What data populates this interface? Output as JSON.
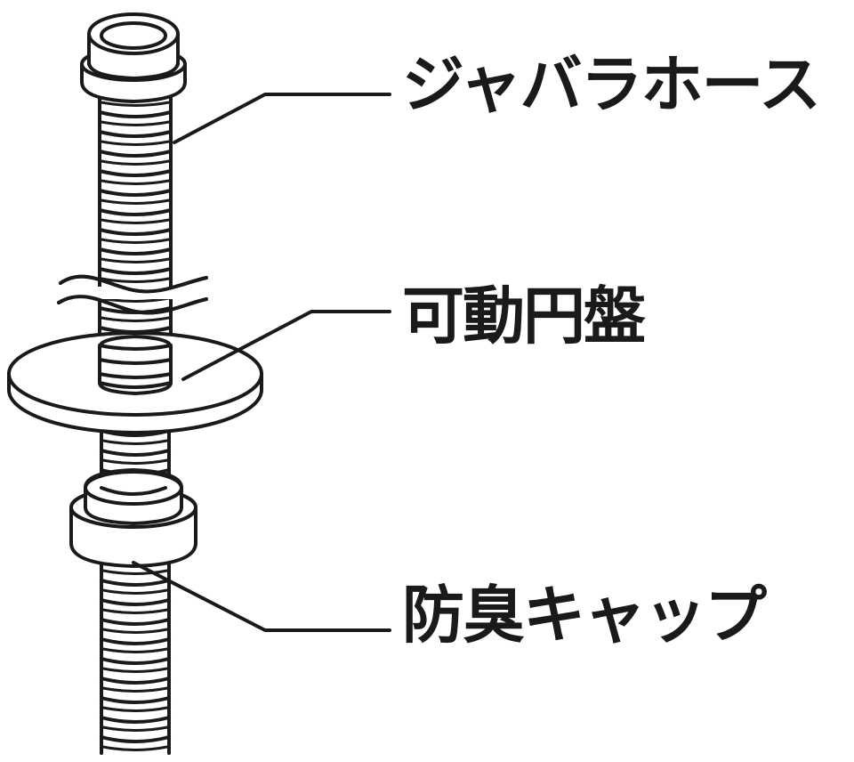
{
  "labels": {
    "hose": "ジャバラホース",
    "disc": "可動円盤",
    "cap": "防臭キャップ"
  },
  "colors": {
    "ink": "#1a1a1a",
    "paper": "#ffffff"
  }
}
